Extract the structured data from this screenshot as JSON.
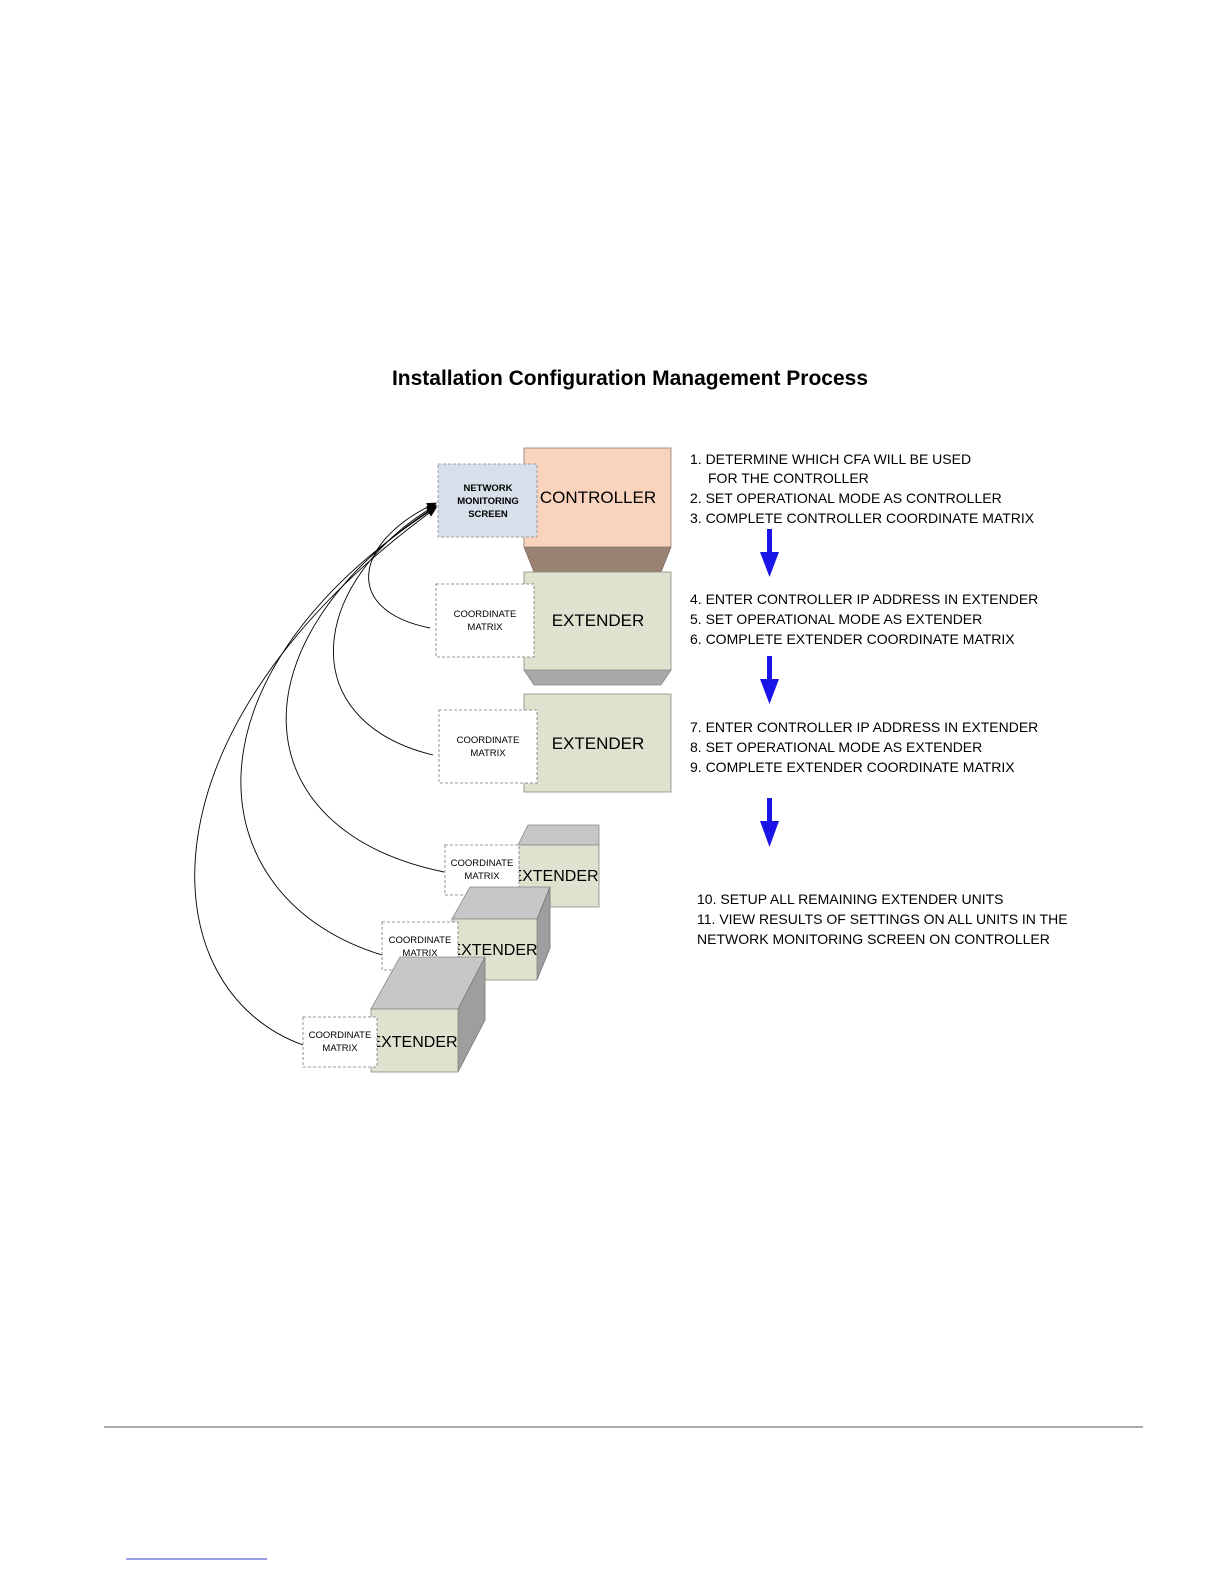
{
  "title": "Installation Configuration Management Process",
  "colors": {
    "controller_face": "#f9d3bd",
    "extender_face": "#dfe2cf",
    "side_face": "#9a8273",
    "gray_face": "#a9a9a9",
    "screen_face": "#d6dfea",
    "arrow": "#1a14e6"
  },
  "network_screen": {
    "line1": "NETWORK",
    "line2": "MONITORING",
    "line3": "SCREEN"
  },
  "units": {
    "controller": "CONTROLLER",
    "extender1": "EXTENDER",
    "extender2": "EXTENDER",
    "extender3": "EXTENDER",
    "extender4": "EXTENDER",
    "extender5": "EXTENDER"
  },
  "coordinate_matrix": {
    "line1": "COORDINATE",
    "line2": "MATRIX"
  },
  "steps": {
    "s1": "1. DETERMINE WHICH CFA WILL BE USED",
    "s1b": "FOR THE CONTROLLER",
    "s2": "2. SET OPERATIONAL MODE AS CONTROLLER",
    "s3": "3. COMPLETE CONTROLLER COORDINATE MATRIX",
    "s4": "4. ENTER CONTROLLER IP ADDRESS IN EXTENDER",
    "s5": "5. SET OPERATIONAL MODE AS EXTENDER",
    "s6": "6. COMPLETE EXTENDER COORDINATE MATRIX",
    "s7": "7. ENTER CONTROLLER IP ADDRESS IN EXTENDER",
    "s8": "8. SET OPERATIONAL MODE AS EXTENDER",
    "s9": "9. COMPLETE EXTENDER COORDINATE MATRIX",
    "s10": "10. SETUP ALL REMAINING EXTENDER UNITS",
    "s11": "11. VIEW RESULTS OF SETTINGS ON ALL UNITS IN THE",
    "s11b": "NETWORK MONITORING SCREEN ON CONTROLLER"
  }
}
